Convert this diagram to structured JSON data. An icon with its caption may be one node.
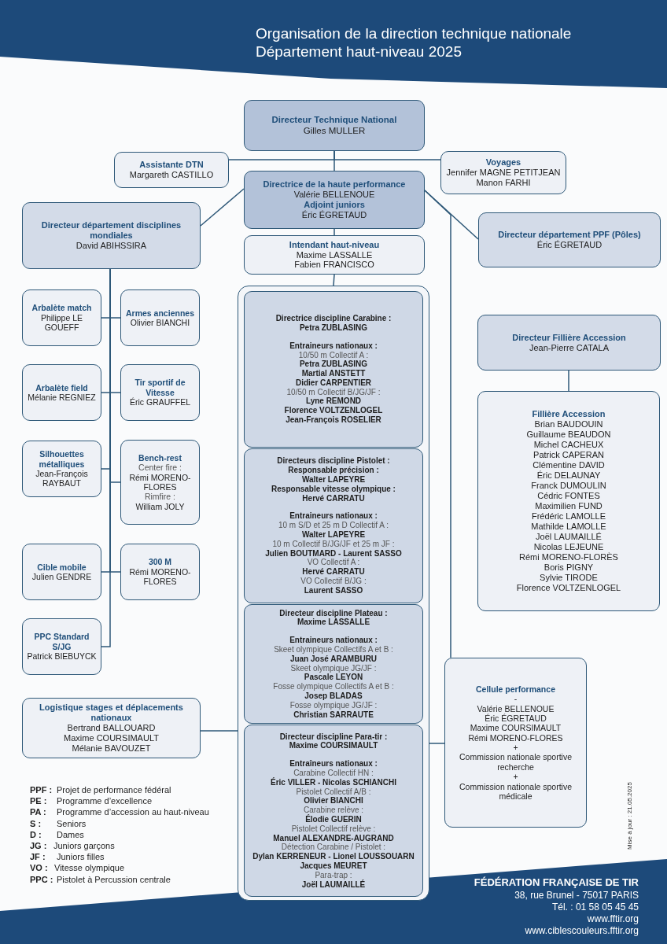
{
  "diagram": {
    "title": "Organisation de la direction technique nationale Département haut-niveau 2025",
    "nodes": [
      {
        "text": [
          "Directeur Technique National",
          "Gilles MULLER"
        ]
      },
      {
        "text": [
          "Assistante DTN",
          "Margareth CASTILLO"
        ]
      },
      {
        "text": [
          "Voyages",
          "Jennifer MAGNE PETITJEAN",
          "Manon FARHI"
        ]
      },
      {
        "text": [
          "Directrice de la haute performance",
          "Valérie BELLENOUE",
          "Adjoint juniors",
          "Éric ÉGRETAUD"
        ]
      },
      {
        "text": [
          "Directeur département disciplines mondiales",
          "David ABIHSSIRA"
        ]
      },
      {
        "text": [
          "Directeur département PPF (Pôles)",
          "Éric ÉGRETAUD"
        ]
      },
      {
        "text": [
          "Intendant haut-niveau",
          "Maxime LASSALLE",
          "Fabien FRANCISCO"
        ]
      },
      {
        "text": [],
        "shape": "box"
      },
      {
        "text": [
          "Directrice discipline Carabine :",
          "Petra ZUBLASING",
          "Entraineurs nationaux :",
          "10/50 m Collectif A :",
          "Petra ZUBLASING",
          "Martial ANSTETT",
          "Didier CARPENTIER",
          "10/50 m Collectif B/JG/JF :",
          "Lyne REMOND",
          "Florence VOLTZENLOGEL",
          "Jean-François ROSELIER"
        ],
        "in": 7
      },
      {
        "text": [
          "Directeurs discipline Pistolet :",
          "Responsable précision :",
          "Walter LAPEYRE",
          "Responsable vitesse olympique :",
          "Hervé CARRATU",
          "Entraineurs nationaux :",
          "10 m S/D et 25 m D Collectif A :",
          "Walter LAPEYRE",
          "10 m Collectif B/JG/JF et 25 m JF :",
          "Julien BOUTMARD - Laurent SASSO",
          "VO Collectif A :",
          "Hervé CARRATU",
          "VO Collectif B/JG :",
          "Laurent SASSO"
        ],
        "in": 7
      },
      {
        "text": [
          "Directeur discipline Plateau :",
          "Maxime LASSALLE",
          "Entraineurs nationaux :",
          "Skeet olympique Collectifs A et B :",
          "Juan José ARAMBURU",
          "Skeet olympique JG/JF :",
          "Pascale LEYON",
          "Fosse olympique Collectifs A et B :",
          "Josep BLADAS",
          "Fosse olympique JG/JF :",
          "Christian SARRAUTE"
        ],
        "in": 7
      },
      {
        "text": [
          "Directeur discipline Para-tir :",
          "Maxime COURSIMAULT",
          "Entraîneurs nationaux :",
          "Carabine Collectif HN :",
          "Éric VILLER - Nicolas SCHIANCHI",
          "Pistolet Collectif A/B :",
          "Olivier BIANCHI",
          "Carabine relève :",
          "Élodie GUERIN",
          "Pistolet Collectif relève :",
          "Manuel ALEXANDRE-AUGRAND",
          "Détection Carabine / Pistolet :",
          "Dylan KERRENEUR - Lionel LOUSSOUARN",
          "Jacques MEURET",
          "Para-trap :",
          "Joël LAUMAILLÉ"
        ],
        "in": 7
      },
      {
        "text": [
          "Arbalète match",
          "Philippe LE GOUEFF"
        ]
      },
      {
        "text": [
          "Armes anciennes",
          "Olivier BIANCHI"
        ]
      },
      {
        "text": [
          "Arbalète field",
          "Mélanie REGNIEZ"
        ]
      },
      {
        "text": [
          "Tir sportif de Vitesse",
          "Éric GRAUFFEL"
        ]
      },
      {
        "text": [
          "Silhouettes métalliques",
          "Jean-François RAYBAUT"
        ]
      },
      {
        "text": [
          "Bench-rest",
          "Center fire :",
          "Rémi MORENO-FLORES",
          "Rimfire :",
          "William JOLY"
        ]
      },
      {
        "text": [
          "Cible mobile",
          "Julien GENDRE"
        ]
      },
      {
        "text": [
          "300 M",
          "Rémi MORENO-FLORES"
        ]
      },
      {
        "text": [
          "PPC Standard S/JG",
          "Patrick BIEBUYCK"
        ]
      },
      {
        "text": [
          "Logistique stages et déplacements nationaux",
          "Bertrand BALLOUARD",
          "Maxime COURSIMAULT",
          "Mélanie BAVOUZET"
        ]
      },
      {
        "text": [
          "Directeur Fillière Accession",
          "Jean-Pierre CATALA"
        ]
      },
      {
        "text": [
          "Fillière Accession",
          "Brian BAUDOUIN",
          "Guillaume BEAUDON",
          "Michel CACHEUX",
          "Patrick CAPERAN",
          "Clémentine DAVID",
          "Éric DELAUNAY",
          "Franck DUMOULIN",
          "Cédric FONTES",
          "Maximilien FUND",
          "Frédéric LAMOLLE",
          "Mathilde LAMOLLE",
          "Joël LAUMAILLÉ",
          "Nicolas LEJEUNE",
          "Rémi MORENO-FLORÈS",
          "Boris PIGNY",
          "Sylvie TIRODE",
          "Florence VOLTZENLOGEL"
        ]
      },
      {
        "text": [
          "Cellule performance",
          "-",
          "Valérie BELLENOUE",
          "Éric ÉGRETAUD",
          "Maxime COURSIMAULT",
          "Rémi MORENO-FLORES",
          "+",
          "Commission nationale sportive recherche",
          "+",
          "Commission nationale sportive médicale"
        ]
      }
    ],
    "edges": [
      {
        "from": 0,
        "to": 1,
        "arrow": "none"
      },
      {
        "from": 0,
        "to": 2,
        "arrow": "none"
      },
      {
        "from": 0,
        "to": 3,
        "arrow": "none"
      },
      {
        "from": 3,
        "to": 4,
        "arrow": "none"
      },
      {
        "from": 3,
        "to": 5,
        "arrow": "none"
      },
      {
        "from": 3,
        "to": 24,
        "arrow": "none"
      },
      {
        "from": 3,
        "to": 6,
        "arrow": "none"
      },
      {
        "from": 6,
        "to": 7,
        "arrow": "none"
      },
      {
        "from": 4,
        "to": 12,
        "arrow": "none"
      },
      {
        "from": 4,
        "to": 13,
        "arrow": "none"
      },
      {
        "from": 4,
        "to": 14,
        "arrow": "none"
      },
      {
        "from": 4,
        "to": 15,
        "arrow": "none"
      },
      {
        "from": 4,
        "to": 16,
        "arrow": "none"
      },
      {
        "from": 4,
        "to": 17,
        "arrow": "none"
      },
      {
        "from": 4,
        "to": 18,
        "arrow": "none"
      },
      {
        "from": 4,
        "to": 19,
        "arrow": "none"
      },
      {
        "from": 4,
        "to": 20,
        "arrow": "none"
      },
      {
        "from": 21,
        "to": 7,
        "arrow": "none"
      },
      {
        "from": 7,
        "to": 24,
        "arrow": "none"
      },
      {
        "from": 22,
        "to": 23,
        "arrow": "none"
      }
    ],
    "labels": [
      "PPF :",
      "Projet de performance fédéral",
      "PE :",
      "Programme d’excellence",
      "PA :",
      "Programme d’accession au haut-niveau",
      "S :",
      "Seniors",
      "D :",
      "Dames",
      "JG :",
      "Juniors garçons",
      "JF :",
      "Juniors filles",
      "VO :",
      "Vitesse olympique",
      "PPC :",
      "Pistolet à Percussion centrale",
      "Mise à jour : 21.05.2025",
      "FÉDÉRATION FRANÇAISE DE TIR",
      "38, rue Brunel - 75017 PARIS",
      "Tél. : 01 58 05 45 45",
      "www.fftir.org",
      "www.ciblescouleurs.fftir.org"
    ]
  }
}
